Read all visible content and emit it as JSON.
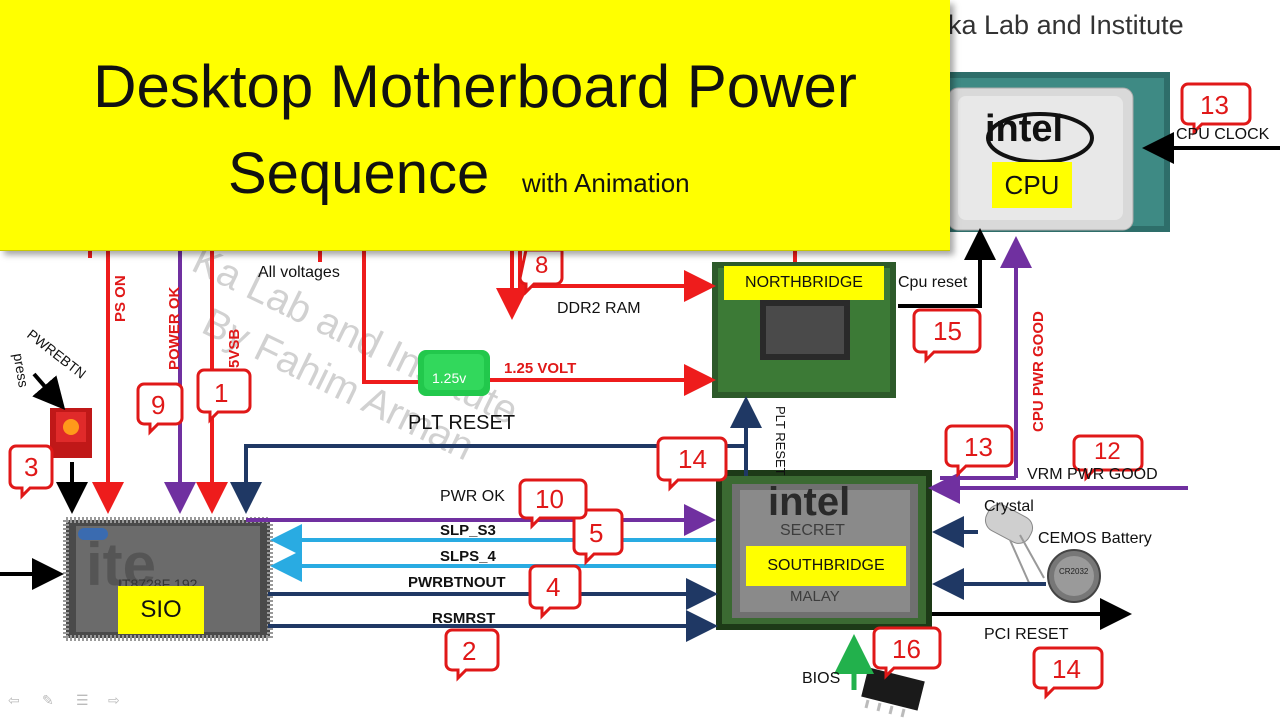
{
  "title": {
    "line1": "Desktop Motherboard Power",
    "line2": "Sequence",
    "suffix": "with Animation"
  },
  "header_text": "ka Lab and Institute",
  "watermark": {
    "line1": "Ka Lab and Institute",
    "line2": "By Fahim Arman"
  },
  "components": {
    "cpu": "CPU",
    "cpu_brand": "intel",
    "northbridge": "NORTHBRIDGE",
    "southbridge": "SOUTHBRIDGE",
    "southbridge_brand": "intel",
    "southbridge_chip_text": "SECRET",
    "southbridge_chip_text2": "MALAY",
    "sio": "SIO",
    "sio_chip_text": "ite",
    "sio_chip_code": "IT8728F 192",
    "regulator": "1.25v",
    "battery_text": "CR2032"
  },
  "signals": {
    "ps_on": "PS ON",
    "power_ok": "POWER OK",
    "vsb": "5VSB",
    "all_voltages": "All voltages",
    "ddr2": "DDR2 RAM",
    "volt_125": "1.25 VOLT",
    "plt_reset_left": "PLT RESET",
    "plt_reset_vert": "PLT RESET",
    "cpu_reset": "Cpu reset",
    "cpu_clock": "CPU CLOCK",
    "cpu_pwr_good": "CPU PWR  GOOD",
    "vrm_pwr_good": "VRM PWR GOOD",
    "pwr_ok": "PWR OK",
    "slp_s3": "SLP_S3",
    "slps_4": "SLPS_4",
    "pwrbtnout": "PWRBTNOUT",
    "rsmrst": "RSMRST",
    "crystal": "Crystal",
    "cmos_battery": "CEMOS Battery",
    "pci_reset": "PCI RESET",
    "bios": "BIOS",
    "pwrebtn": "PWREBTN",
    "press": "press"
  },
  "steps": [
    {
      "n": "1"
    },
    {
      "n": "2"
    },
    {
      "n": "3"
    },
    {
      "n": "4"
    },
    {
      "n": "5"
    },
    {
      "n": "8"
    },
    {
      "n": "9"
    },
    {
      "n": "10"
    },
    {
      "n": "12"
    },
    {
      "n": "13"
    },
    {
      "n": "13"
    },
    {
      "n": "14"
    },
    {
      "n": "14"
    },
    {
      "n": "15"
    },
    {
      "n": "16"
    }
  ],
  "colors": {
    "red": "#ee1c1c",
    "purple": "#7030a0",
    "navy": "#1f3864",
    "light_blue": "#29abe2",
    "black": "#000000",
    "green": "#22b14c",
    "banner": "#ffff00"
  }
}
